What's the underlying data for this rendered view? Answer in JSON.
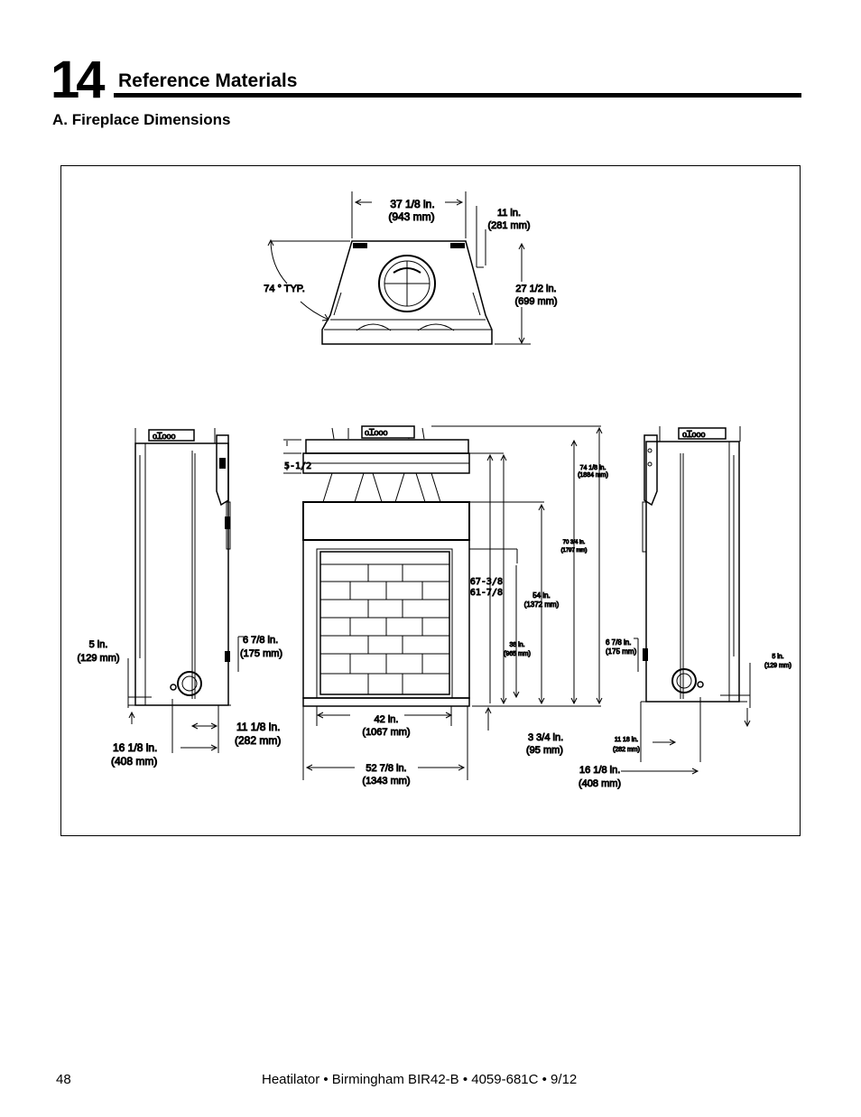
{
  "chapter": {
    "number": "14",
    "title": "Reference Materials"
  },
  "section": {
    "title": "A. Fireplace Dimensions"
  },
  "figure": {
    "top_view": {
      "width": "37 1/8 in.",
      "width_mm": "(943 mm)",
      "offset": "11 in.",
      "offset_mm": "(281 mm)",
      "angle": "74 ° TYP.",
      "depth": "27 1/2 in.",
      "depth_mm": "(699 mm)"
    },
    "left_side_view": {
      "vent": "5 in.",
      "vent_mm": "(129 mm)",
      "height": "6 7/8 in.",
      "height_mm": "(175 mm)",
      "inner": "11 1/8 in.",
      "inner_mm": "(282 mm)",
      "overall": "16 1/8 in.",
      "overall_mm": "(408 mm)"
    },
    "front_view": {
      "top_offset": "5-1/2",
      "h1": "67-3/8",
      "h2": "61-7/8",
      "total_height": "74 1/8 in.",
      "total_height_mm": "(1884 mm)",
      "height_70": "70 3/4 in.",
      "height_70_mm": "(1797 mm)",
      "height_54": "54 in.",
      "height_54_mm": "(1372 mm)",
      "height_38": "38 in.",
      "height_38_mm": "(965 mm)",
      "opening_width": "42 in.",
      "opening_width_mm": "(1067 mm)",
      "hearth": "3 3/4 in.",
      "hearth_mm": "(95 mm)",
      "overall_width": "52 7/8 in.",
      "overall_width_mm": "(1343 mm)"
    },
    "right_side_view": {
      "height": "6 7/8 in.",
      "height_mm": "(175 mm)",
      "vent": "5 in.",
      "vent_mm": "(129 mm)",
      "inner": "11 18 in.",
      "inner_mm": "(282 mm)",
      "overall": "16 1/8 in.",
      "overall_mm": "(408 mm)"
    }
  },
  "footer": {
    "page": "48",
    "doc": "Heatilator • Birmingham BIR42-B • 4059-681C • 9/12"
  }
}
